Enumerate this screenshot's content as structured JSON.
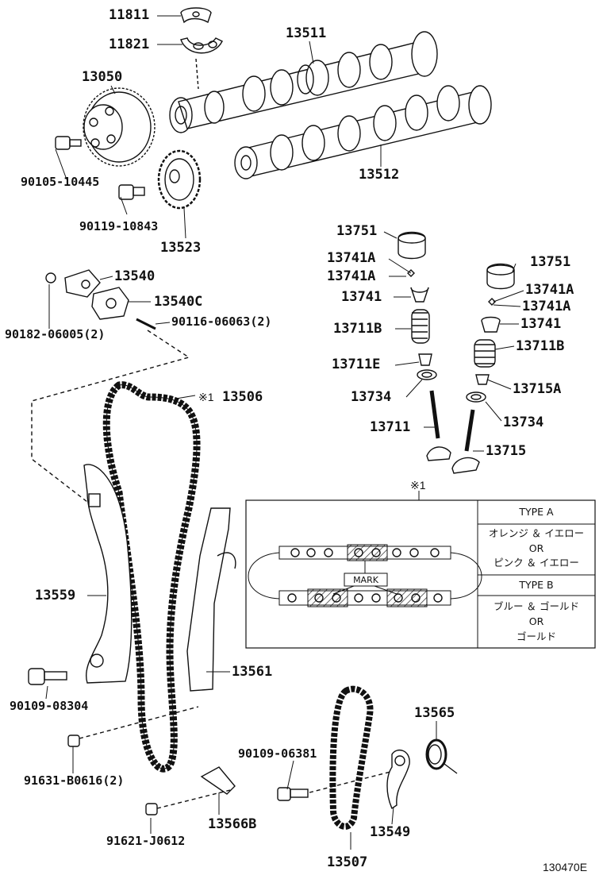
{
  "diagram": {
    "figure_id": "130470E",
    "parts": {
      "p11811": "11811",
      "p11821": "11821",
      "p13511": "13511",
      "p13050": "13050",
      "p90105": "90105-10445",
      "p13512": "13512",
      "p90119": "90119-10843",
      "p13523": "13523",
      "p13751a": "13751",
      "p13741a_1": "13741A",
      "p13741a_2": "13741A",
      "p13741_1": "13741",
      "p13711b_1": "13711B",
      "p13711e": "13711E",
      "p13734_1": "13734",
      "p13711": "13711",
      "p13751b": "13751",
      "p13741a_3": "13741A",
      "p13741a_4": "13741A",
      "p13741_2": "13741",
      "p13711b_2": "13711B",
      "p13715a": "13715A",
      "p13734_2": "13734",
      "p13715": "13715",
      "p13540": "13540",
      "p13540c": "13540C",
      "p90116": "90116-06063(2)",
      "p90182": "90182-06005(2)",
      "p13506_mark": "※1",
      "p13506": "13506",
      "p13559": "13559",
      "p13561": "13561",
      "p90109a": "90109-08304",
      "p91631": "91631-B0616(2)",
      "p90109b": "90109-06381",
      "p13565": "13565",
      "p13566b": "13566B",
      "p91621": "91621-J0612",
      "p13549": "13549",
      "p13507": "13507"
    },
    "inset": {
      "ref_mark": "※1",
      "mark_label": "MARK",
      "type_a_header": "TYPE A",
      "type_a_line1": "オレンジ ＆ イエロー",
      "type_a_or": "OR",
      "type_a_line2": "ピンク ＆ イエロー",
      "type_b_header": "TYPE B",
      "type_b_line1": "ブルー ＆ ゴールド",
      "type_b_or": "OR",
      "type_b_line2": "ゴールド"
    }
  }
}
